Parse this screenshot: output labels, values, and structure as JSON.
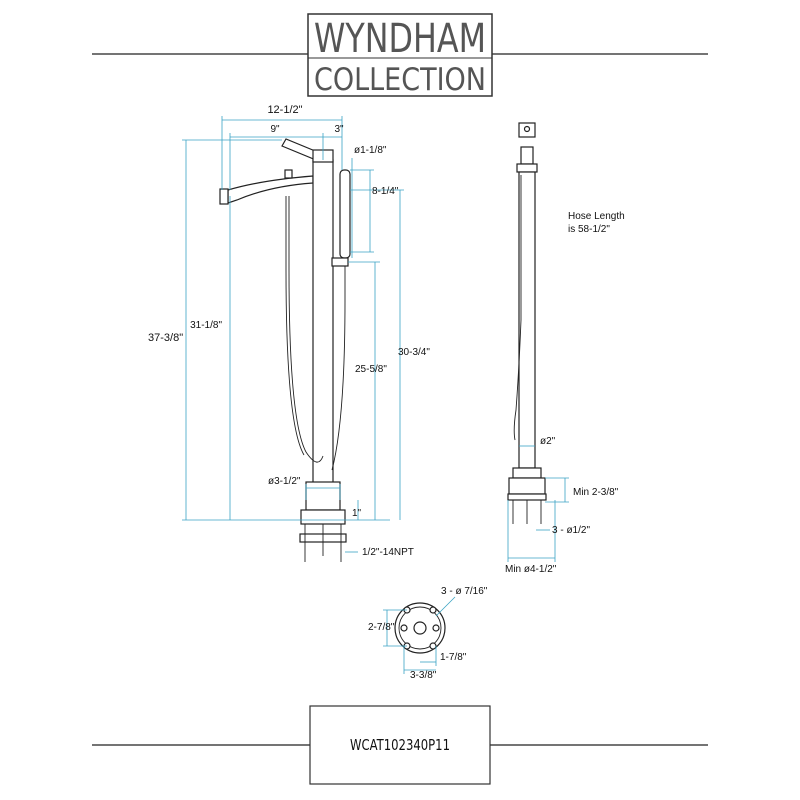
{
  "header": {
    "brand_line1": "WYNDHAM",
    "brand_line2": "COLLECTION"
  },
  "front_view": {
    "overall_width": "12-1/2\"",
    "spout_width": "9\"",
    "handle_offset": "3\"",
    "overall_height": "37-3/8\"",
    "spout_height": "31-1/8\"",
    "hand_shower_diameter": "ø1-1/8\"",
    "hand_shower_length": "8-1/4\"",
    "holder_height": "30-3/4\"",
    "holder_to_floor": "25-5/8\"",
    "base_diameter": "ø3-1/2\"",
    "base_height": "1\"",
    "thread_size": "1/2\"-14NPT"
  },
  "side_view": {
    "hose_note_line1": "Hose Length",
    "hose_note_line2": "is 58-1/2\"",
    "column_diameter": "ø2\"",
    "min_height": "Min 2-3/8\"",
    "bolt_spec": "3 - ø1/2\"",
    "min_width": "Min ø4-1/2\""
  },
  "bottom_view": {
    "hole_spec": "3 - ø 7/16\"",
    "height": "2-7/8\"",
    "offset": "1-7/8\"",
    "width": "3-3/8\""
  },
  "footer": {
    "model_number": "WCAT102340P11"
  },
  "colors": {
    "dimension_lines": "#3aa3c4",
    "drawing_lines": "#222222",
    "brand_text": "#555555"
  }
}
